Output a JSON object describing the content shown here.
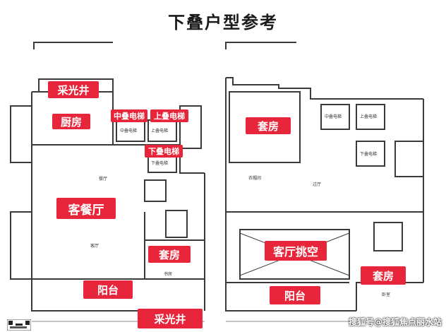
{
  "title": "下叠户型参考",
  "left_plan": {
    "tags": {
      "skylight_top": "采光井",
      "kitchen": "厨房",
      "elevator_mid": "中叠电梯",
      "elevator_up": "上叠电梯",
      "elevator_down": "下叠电梯",
      "living_dining": "客餐厅",
      "bedroom": "套房",
      "balcony": "阳台",
      "skylight_bottom": "采光井"
    },
    "labels": {
      "dining": "餐厅",
      "living": "客厅",
      "study": "书房",
      "lift_mid": "中叠电梯",
      "lift_up": "上叠电梯",
      "lift_down": "下叠电梯"
    }
  },
  "right_plan": {
    "tags": {
      "bedroom_top": "套房",
      "double_height": "客厅挑空",
      "balcony": "阳台",
      "bedroom_bottom": "套房"
    },
    "labels": {
      "cloakroom": "衣帽间",
      "corridor": "过厅",
      "bedroom": "卧室",
      "lift_mid": "中叠电梯",
      "lift_up": "上叠电梯",
      "lift_down": "下叠电梯"
    }
  },
  "watermark": "搜狐号@搜狐焦点丽水站",
  "colors": {
    "tag_red": "#e8263b",
    "wall": "#3a3a3a"
  }
}
